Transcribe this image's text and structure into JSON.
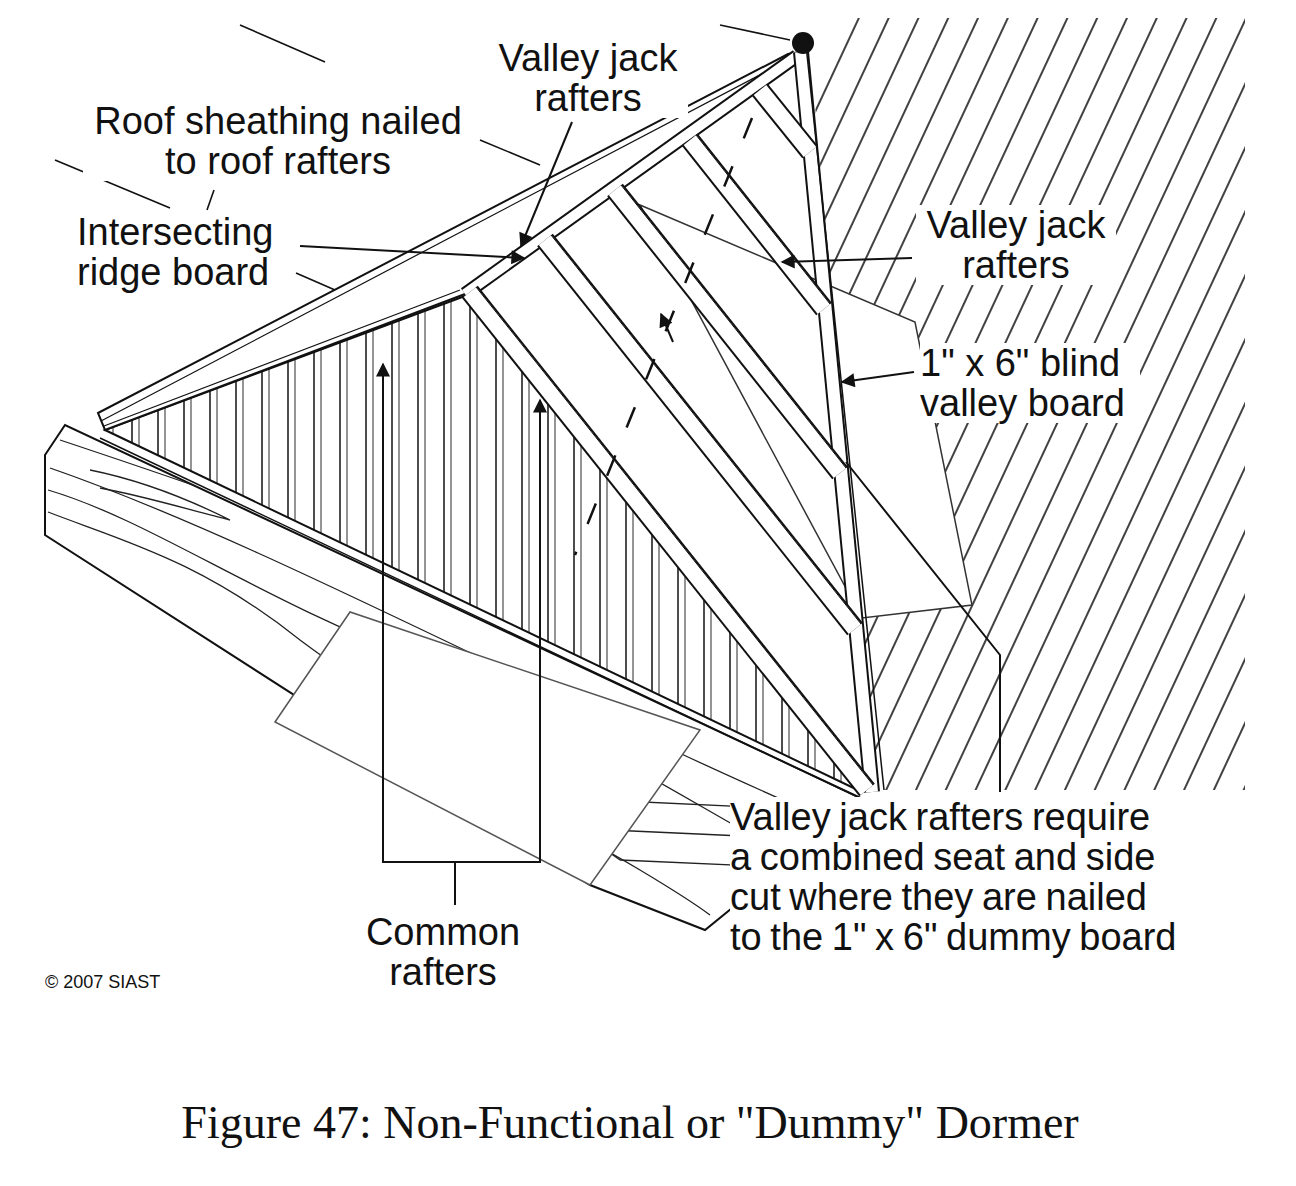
{
  "diagram": {
    "caption": "Figure 47: Non-Functional or \"Dummy\" Dormer",
    "labels": [
      "Valley jack rafters",
      "Roof sheathing nailed to roof rafters",
      "Intersecting ridge board",
      "Valley jack rafters",
      "1\" x 6\" blind valley board",
      "Valley jack rafters require a combined seat and side cut where they are nailed to the 1\" x 6\" dummy board",
      "Common rafters",
      "© 2007 SIAST"
    ]
  }
}
